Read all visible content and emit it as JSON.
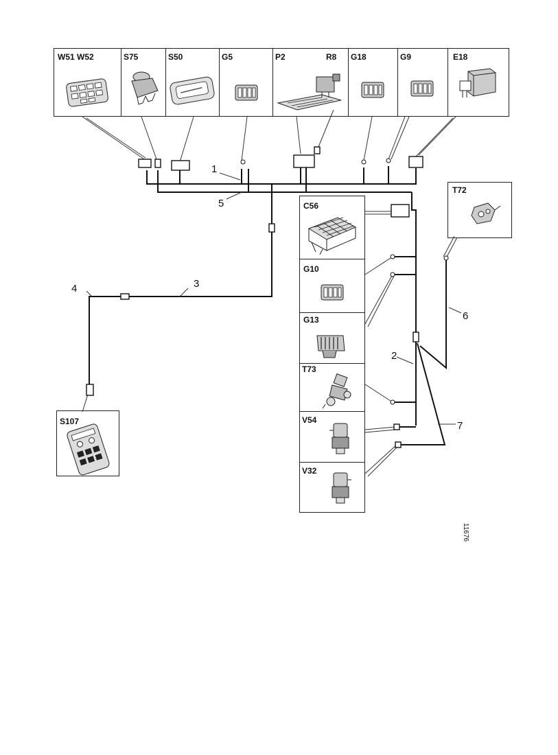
{
  "top_row": [
    {
      "label": "W51 W52",
      "icon": "keypad-panel-icon"
    },
    {
      "label": "S75",
      "icon": "rotary-switch-icon"
    },
    {
      "label": "S50",
      "icon": "control-panel-icon"
    },
    {
      "label": "G5",
      "icon": "connector-block-icon"
    },
    {
      "label": "P2",
      "label2": "R8",
      "icon": "circuit-board-icon"
    },
    {
      "label": "G18",
      "icon": "connector-block-icon"
    },
    {
      "label": "G9",
      "icon": "connector-block-icon"
    },
    {
      "label": "E18",
      "icon": "relay-module-icon"
    }
  ],
  "right_column": [
    {
      "label": "C56",
      "icon": "heater-core-icon"
    },
    {
      "label": "G10",
      "icon": "connector-block-icon"
    },
    {
      "label": "G13",
      "icon": "multi-pin-connector-icon"
    },
    {
      "label": "T73",
      "icon": "sensor-assembly-icon"
    },
    {
      "label": "V54",
      "icon": "valve-actuator-icon"
    },
    {
      "label": "V32",
      "icon": "valve-actuator-icon"
    }
  ],
  "side_components": [
    {
      "label": "T72",
      "icon": "sensor-assembly-icon"
    },
    {
      "label": "S107",
      "icon": "keypad-panel-icon"
    }
  ],
  "wire_numbers": [
    "1",
    "2",
    "3",
    "4",
    "5",
    "6",
    "7"
  ],
  "reference": "11676"
}
